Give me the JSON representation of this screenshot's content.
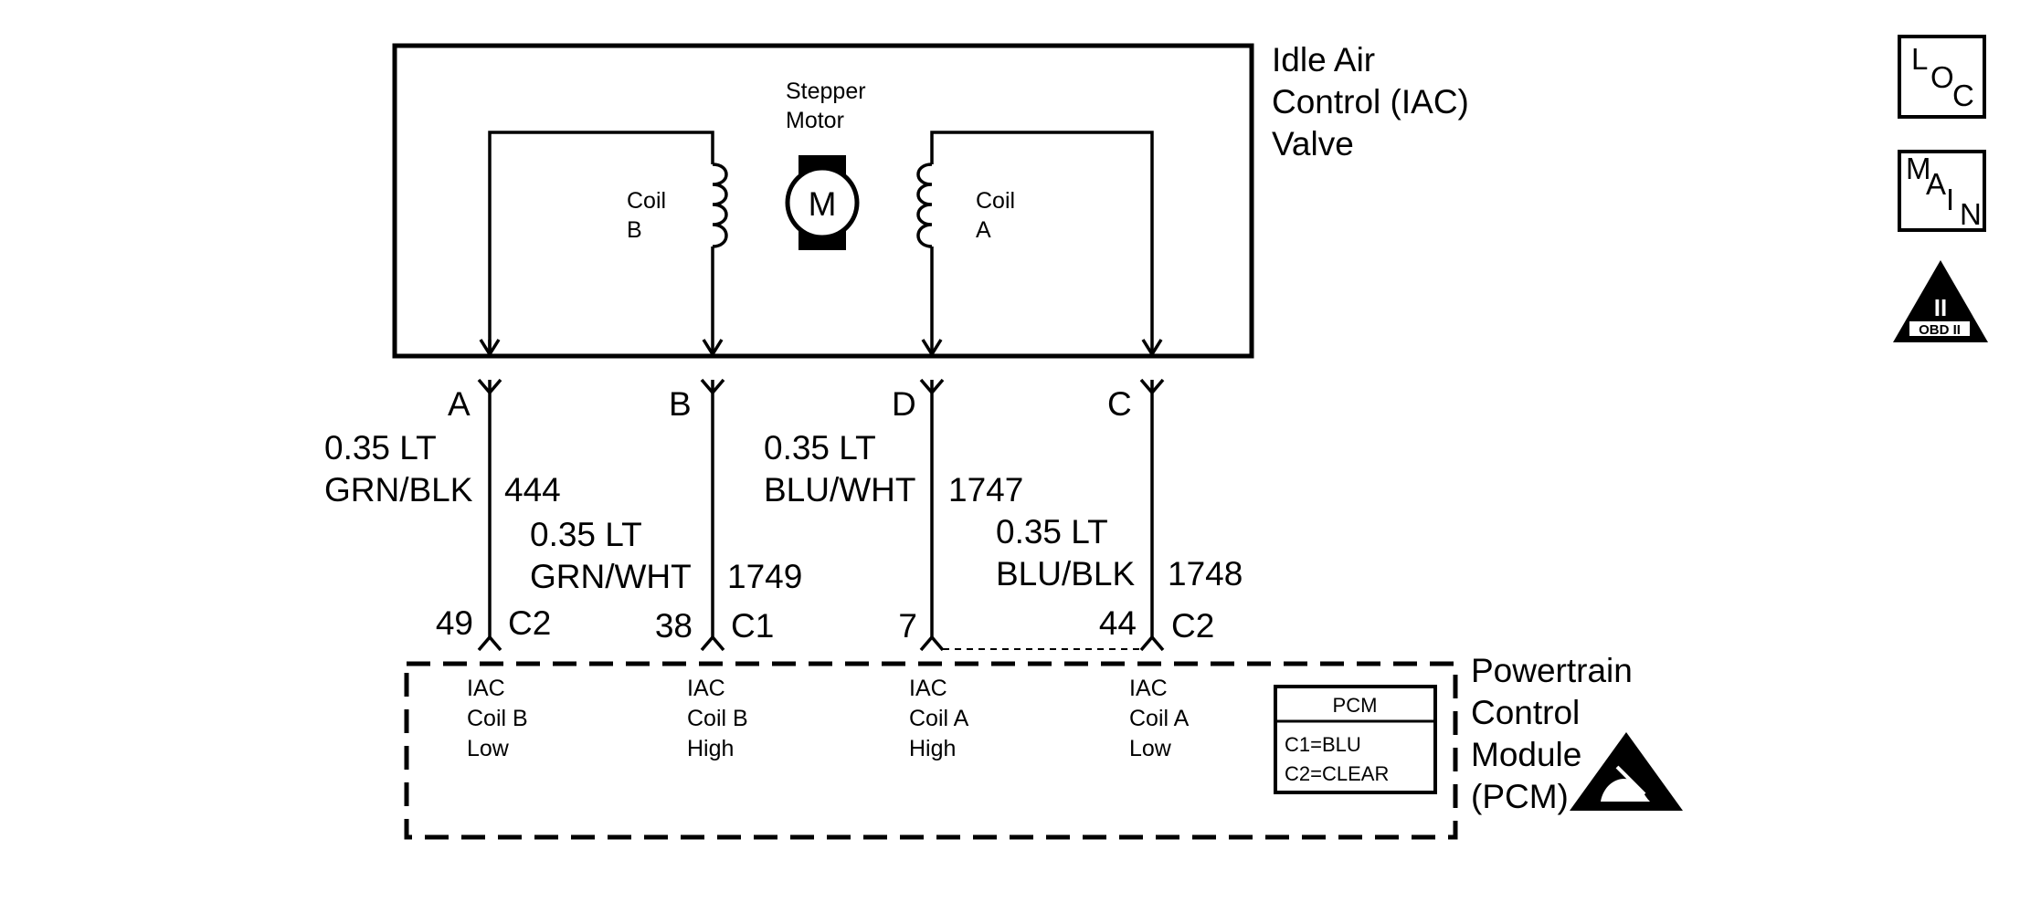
{
  "iac_valve": {
    "title_lines": [
      "Idle Air",
      "Control (IAC)",
      "Valve"
    ],
    "motor_label_lines": [
      "Stepper",
      "Motor"
    ],
    "motor_symbol": "M",
    "coil_b_lines": [
      "Coil",
      "B"
    ],
    "coil_a_lines": [
      "Coil",
      "A"
    ]
  },
  "circuits": [
    {
      "pin": "A",
      "wire_size": "0.35 LT",
      "wire_color": "GRN/BLK",
      "circuit": "444",
      "pcm_pin": "49",
      "connector": "C2",
      "pcm_lines": [
        "IAC",
        "Coil B",
        "Low"
      ]
    },
    {
      "pin": "B",
      "wire_size": "0.35 LT",
      "wire_color": "GRN/WHT",
      "circuit": "1749",
      "pcm_pin": "38",
      "connector": "C1",
      "pcm_lines": [
        "IAC",
        "Coil B",
        "High"
      ]
    },
    {
      "pin": "D",
      "wire_size": "0.35 LT",
      "wire_color": "BLU/WHT",
      "circuit": "1747",
      "pcm_pin": "7",
      "connector": "",
      "pcm_lines": [
        "IAC",
        "Coil A",
        "High"
      ]
    },
    {
      "pin": "C",
      "wire_size": "0.35 LT",
      "wire_color": "BLU/BLK",
      "circuit": "1748",
      "pcm_pin": "44",
      "connector": "C2",
      "pcm_lines": [
        "IAC",
        "Coil A",
        "Low"
      ]
    }
  ],
  "pcm": {
    "title_lines": [
      "Powertrain",
      "Control",
      "Module",
      "(PCM)"
    ],
    "legend_title": "PCM",
    "legend_lines": [
      "C1=BLU",
      "C2=CLEAR"
    ]
  },
  "side_icons": {
    "loc": [
      "L",
      "O",
      "C"
    ],
    "main": [
      "M",
      "A",
      "I",
      "N"
    ],
    "obd": {
      "numeral": "II",
      "label": "OBD II"
    }
  }
}
